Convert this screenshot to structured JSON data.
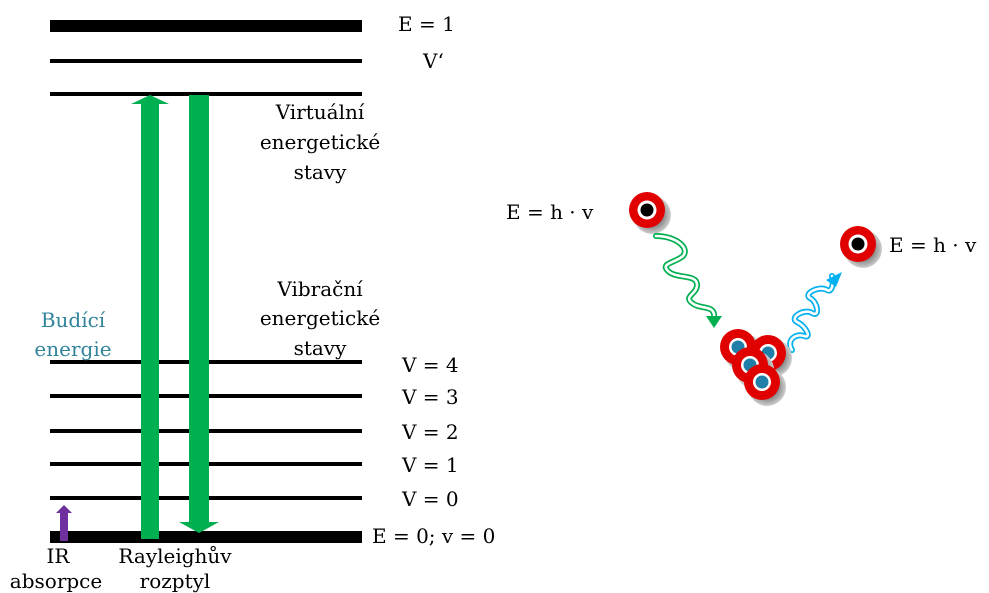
{
  "colors": {
    "level_line": "#000000",
    "green_arrow": "#00b050",
    "purple_arrow": "#7030a0",
    "budici_text": "#31849b",
    "particle_red": "#e00000",
    "particle_blue": "#1f7fa8",
    "photon_in": "#00b050",
    "photon_out": "#00b0f0"
  },
  "diagram": {
    "levels": {
      "e1": "E = 1",
      "vprime": "V‘",
      "v4": "V = 4",
      "v3": "V = 3",
      "v2": "V = 2",
      "v1": "V = 1",
      "v0": "V = 0",
      "ground": "E = 0; v = 0"
    },
    "virtual_label": [
      "Virtuální",
      "energetické",
      "stavy"
    ],
    "vibrational_label": [
      "Vibrační",
      "energetické",
      "stavy"
    ],
    "budici_label": [
      "Budící",
      "energie"
    ],
    "ir_label": [
      "IR",
      "absorpce"
    ],
    "rayleigh_label": [
      "Rayleighův",
      "rozptyl"
    ]
  },
  "scattering": {
    "incident_label": "E = h · v",
    "scattered_label": "E = h · v",
    "icons": [
      "incident-photon-icon",
      "molecule-cluster-icon",
      "scattered-photon-icon"
    ]
  }
}
